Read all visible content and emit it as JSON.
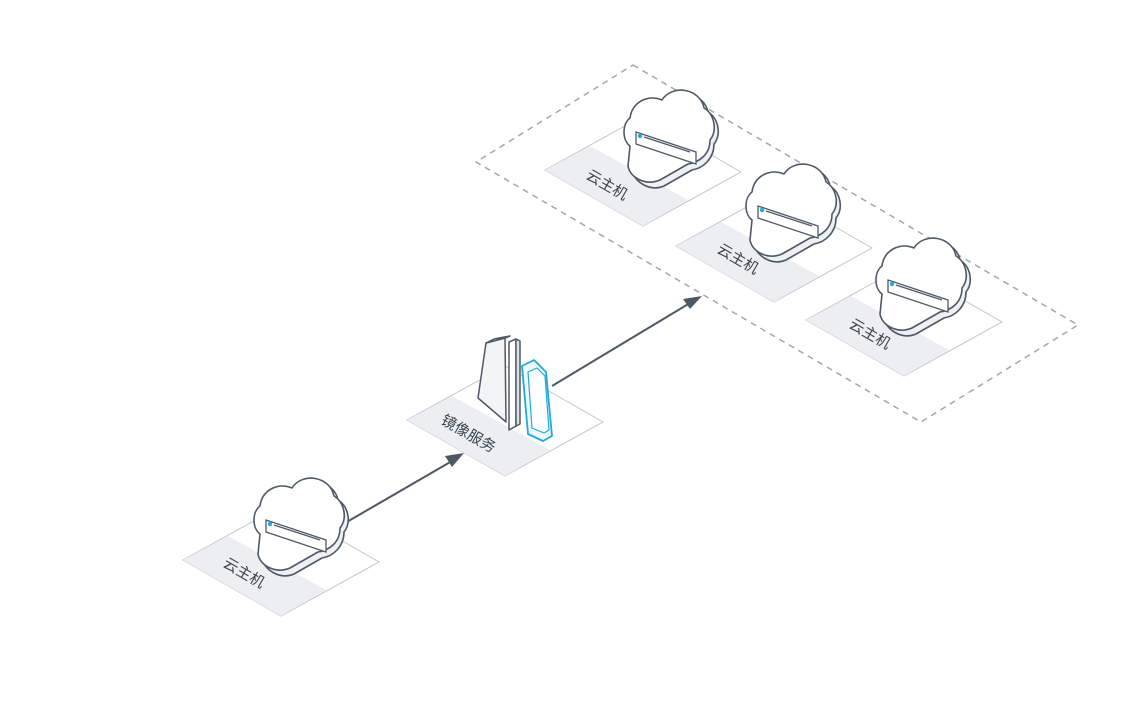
{
  "nodes": {
    "source_vm": {
      "label": "云主机"
    },
    "image_service": {
      "label": "镜像服务"
    },
    "target_vm_1": {
      "label": "云主机"
    },
    "target_vm_2": {
      "label": "云主机"
    },
    "target_vm_3": {
      "label": "云主机"
    }
  },
  "edges": [
    {
      "from": "source_vm",
      "to": "image_service"
    },
    {
      "from": "image_service",
      "to": "target_vm_group"
    }
  ],
  "groups": {
    "target_vm_group": {
      "members": [
        "target_vm_1",
        "target_vm_2",
        "target_vm_3"
      ]
    }
  },
  "colors": {
    "stroke": "#4f5966",
    "accent": "#21a9d8",
    "plate_band": "#eceef1",
    "group_border": "#a3a7ad"
  }
}
